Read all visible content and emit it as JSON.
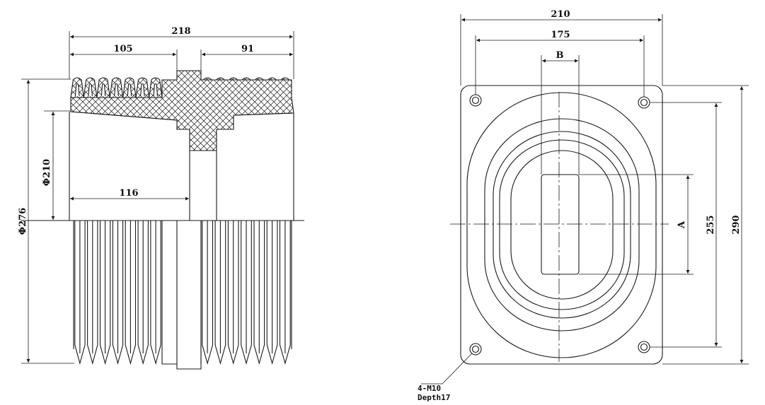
{
  "colors": {
    "line": "#1a1a1a",
    "background": "#ffffff",
    "section_fill": "#ffffff"
  },
  "side_view": {
    "dims": {
      "overall_width": "218",
      "left_width": "105",
      "right_width": "91",
      "inner_width": "116",
      "inner_diameter": "Φ210",
      "outer_diameter": "Φ276"
    }
  },
  "top_view": {
    "dims": {
      "outer_width": "210",
      "hole_spacing_x": "175",
      "slot_b": "B",
      "slot_a": "A",
      "hole_spacing_y": "255",
      "outer_height": "290"
    },
    "hole_note": {
      "line1": "4-M10",
      "line2": "Depth17"
    }
  }
}
